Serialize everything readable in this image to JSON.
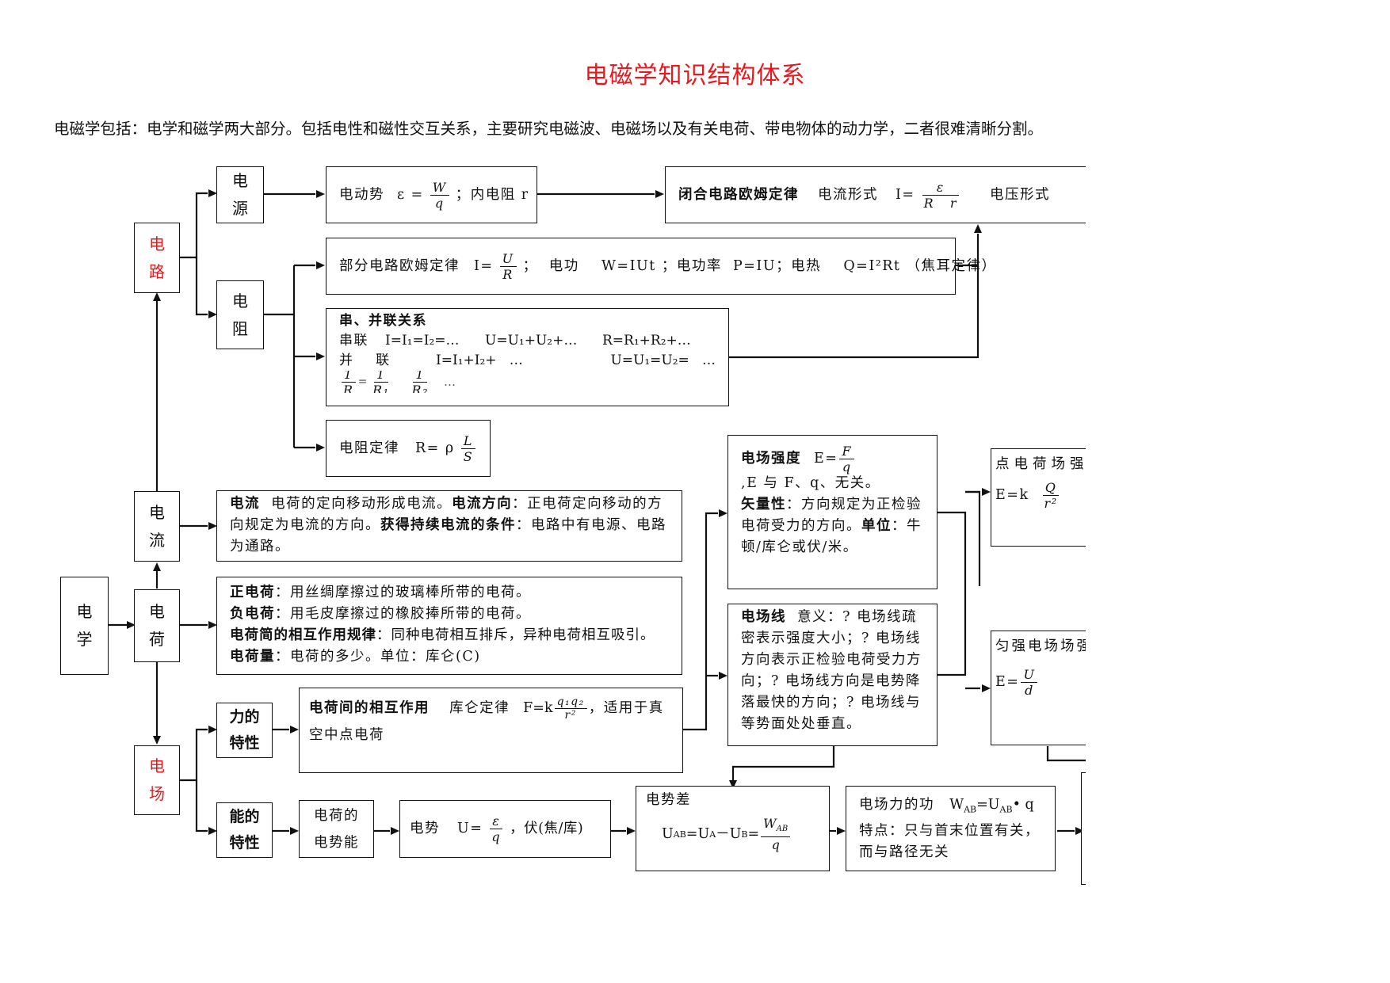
{
  "title": "电磁学知识结构体系",
  "intro": "电磁学包括：电学和磁学两大部分。包括电性和磁性交互关系，主要研究电磁波、电磁场以及有关电荷、带电物体的动力学，二者很难清晰分割。",
  "nodes": {
    "dianxue": [
      "电",
      "学"
    ],
    "dianlu": [
      "电",
      "路"
    ],
    "dianliu": [
      "电",
      "流"
    ],
    "dianhe": [
      "电",
      "荷"
    ],
    "dianchang": [
      "电",
      "场"
    ],
    "dianyuan": [
      "电",
      "源"
    ],
    "dianzu": [
      "电",
      "阻"
    ],
    "lide": [
      "力的",
      "特性"
    ],
    "nengde": [
      "能的",
      "特性"
    ]
  },
  "emf": {
    "label": "电动势",
    "eq": "ε =",
    "num": "W",
    "den": "q",
    "tail": "；内电阻 r"
  },
  "ohm_closed": {
    "label": "闭合电路欧姆定律",
    "current_form": "电流形式",
    "eq": "I=",
    "num": "ε",
    "den": "R   r",
    "voltage_form": "电压形式"
  },
  "partial_ohm": {
    "label": "部分电路欧姆定律",
    "eq": "I=",
    "num": "U",
    "den": "R",
    "rest": "；  电功    W=IUt ；电功率  P=IU；电热    Q=I²Rt （焦耳定律）"
  },
  "series_parallel": {
    "title": "串、并联关系",
    "series_label": "串联",
    "series_i": "I=I₁=I₂=…",
    "series_u": "U=U₁+U₂+…",
    "series_r": "R=R₁+R₂+…",
    "parallel_label": "并    联",
    "parallel_i": "I=I₁+I₂+   …",
    "parallel_u": "U=U₁=U₂=   …",
    "recip_num": "1",
    "recip_den": "R",
    "recip_den1": "R₁",
    "recip_den2": "R₂",
    "recip_sep": "＝",
    "recip_tail": "…"
  },
  "resistance_law": {
    "label": "电阻定律",
    "eq": "R= ρ",
    "num": "L",
    "den": "S"
  },
  "current_box": {
    "t1": "电流",
    "t2": "  电荷的定向移动形成电流。",
    "t3": "电流方向",
    "t4": "：正电荷定向移动的方向规定为电流的方向。",
    "t5": "获得持续电流的条件",
    "t6": "：电路中有电源、电路为通路。"
  },
  "charge_box": {
    "l1b": "正电荷",
    "l1": "：用丝绸摩擦过的玻璃棒所带的电荷。",
    "l2b": "负电荷",
    "l2": "：用毛皮摩擦过的橡胶捧所带的电荷。",
    "l3b": "电荷简的相互作用规律",
    "l3": "：同种电荷相互排斥，异种电荷相互吸引。",
    "l4b": "电荷量",
    "l4": "：电荷的多少。单位：库仑(C)"
  },
  "coulomb": {
    "label": "电荷间的相互作用",
    "law": "库仑定律",
    "eq": "F=k",
    "num": "q₁q₂",
    "den": "r²",
    "tail": "，适用于真空中点电荷"
  },
  "field_strength": {
    "label": "电场强度",
    "eq": "E=",
    "num": "F",
    "den": "q",
    "tail": ",E 与 F、q、无关。",
    "vector_b": "矢量性",
    "vector": "：方向规定为正检验电荷受力的方向。",
    "unit_b": "单位",
    "unit": "：牛顿/库仑或伏/米。"
  },
  "field_lines": {
    "label": "电场线",
    "text": "  意义：? 电场线疏密表示强度大小；? 电场线方向表示正检验电荷受力方向；? 电场线方向是电势降落最快的方向；? 电场线与等势面处处垂直。"
  },
  "point_charge": {
    "label": "点电荷场强",
    "eq": "E=k",
    "num": "Q",
    "den": "r²"
  },
  "uniform": {
    "label": "匀强电场场强",
    "eq": "E=",
    "num": "U",
    "den": "d"
  },
  "charge_pe": [
    "电荷的",
    "电势能"
  ],
  "potential": {
    "label": "电势",
    "eq": "U=",
    "num": "ε",
    "den": "q",
    "tail": "，伏(焦/库)"
  },
  "pdiff": {
    "label": "电势差",
    "eq": "U",
    "sub1": "AB",
    "eq2": "=U",
    "sub2": "A",
    "eq3": "－U",
    "sub3": "B",
    "eq4": "=",
    "num": "W",
    "numsub": "AB",
    "den": "q"
  },
  "work": {
    "label": "电场力的功",
    "eq": "W",
    "sub1": "AB",
    "eq2": "=U",
    "sub2": "AB",
    "eq3": "• q",
    "line2": "特点：只与首末位置有关，",
    "line3": "而与路径无关"
  }
}
